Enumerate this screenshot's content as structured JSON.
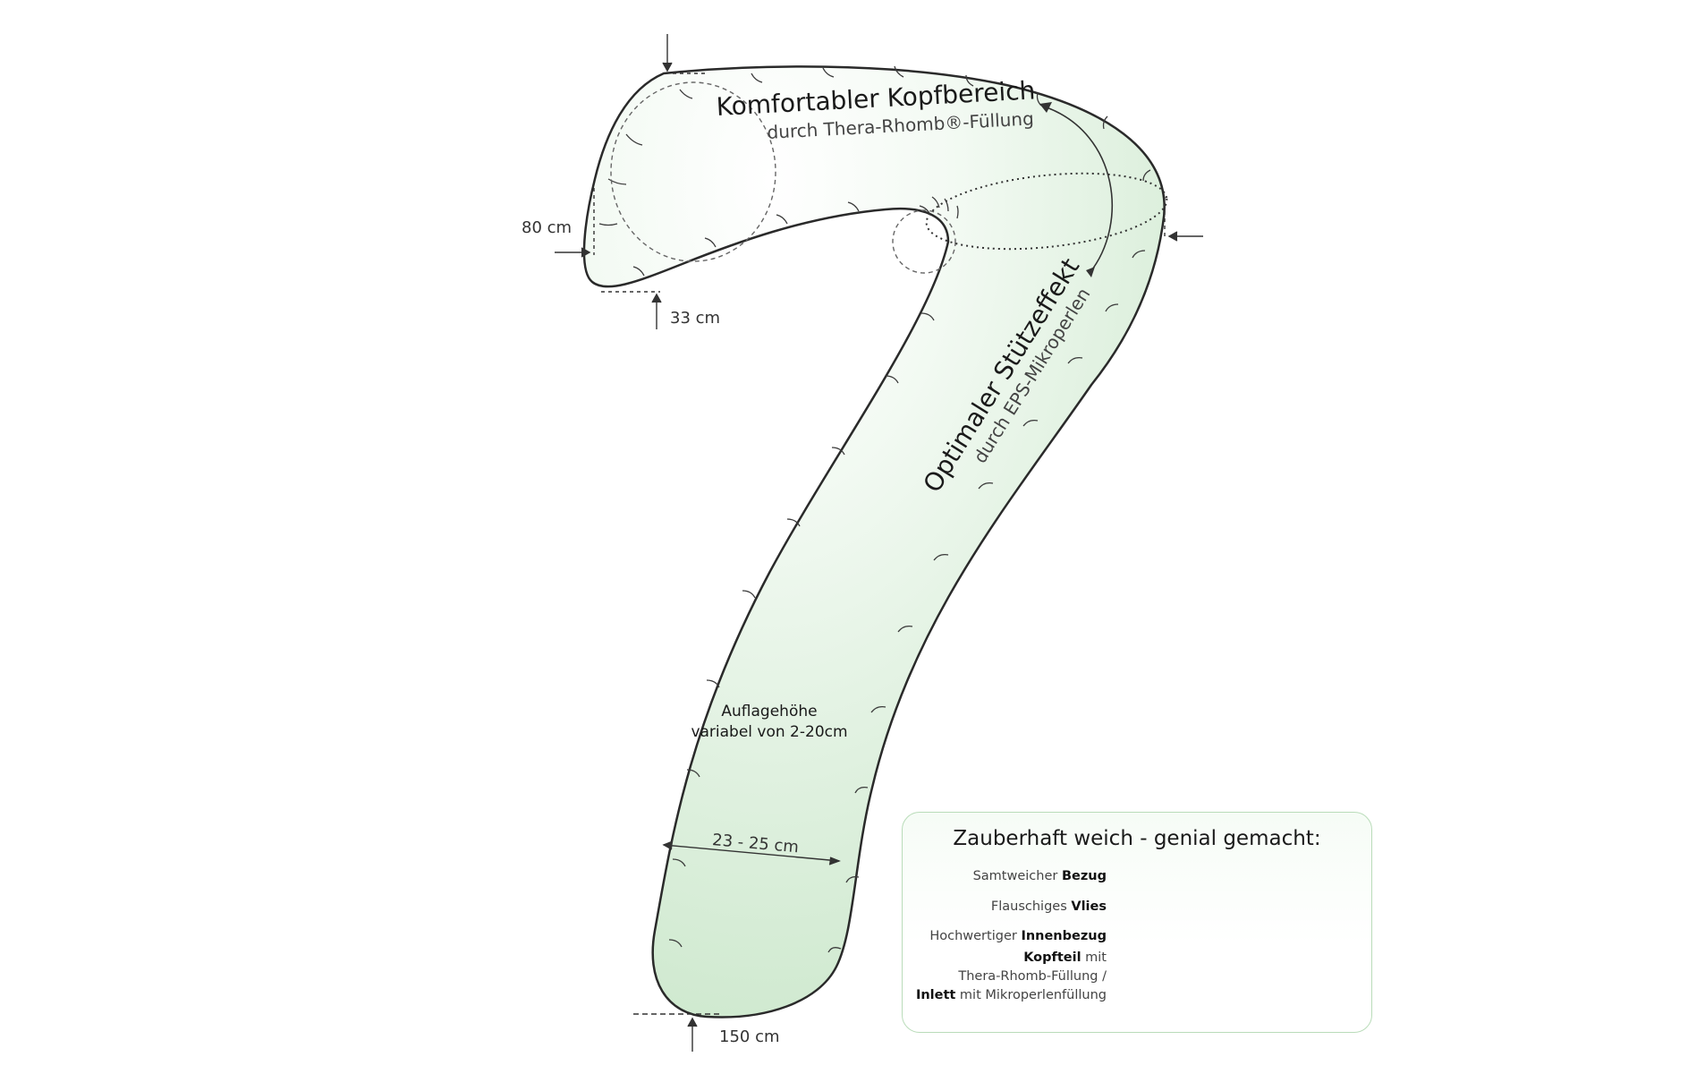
{
  "colors": {
    "fill": "#d9efd9",
    "outline": "#2a2a2a",
    "dims": "#333333",
    "red": "#c0282d",
    "yellow": "#e2b62b",
    "legend_border": "#b9dcb9"
  },
  "head": {
    "title": "Komfortabler Kopfbereich",
    "subtitle": "durch Thera-Rhomb®-Füllung"
  },
  "body": {
    "title": "Optimaler Stützeffekt",
    "subtitle": "durch EPS-Mikroperlen"
  },
  "height_note": {
    "line1": "Auflagehöhe",
    "line2": "variabel  von 2-20cm"
  },
  "dimensions": {
    "height_top": "80 cm",
    "thickness_top": "33 cm",
    "width_stem": "23 - 25 cm",
    "total_height": "150 cm"
  },
  "legend": {
    "title": "Zauberhaft weich - genial gemacht:",
    "items": [
      {
        "text": "Samtweicher ",
        "bold": "Bezug"
      },
      {
        "text": "Flauschiges ",
        "bold": "Vlies"
      },
      {
        "text": "Hochwertiger ",
        "bold": "Innenbezug"
      }
    ],
    "core": {
      "line1_bold": "Kopfteil",
      "line1_text": " mit",
      "line2": "Thera-Rhomb-Füllung /",
      "line3_bold": "Inlett",
      "line3_text": " mit Mikroperlenfüllung"
    }
  }
}
